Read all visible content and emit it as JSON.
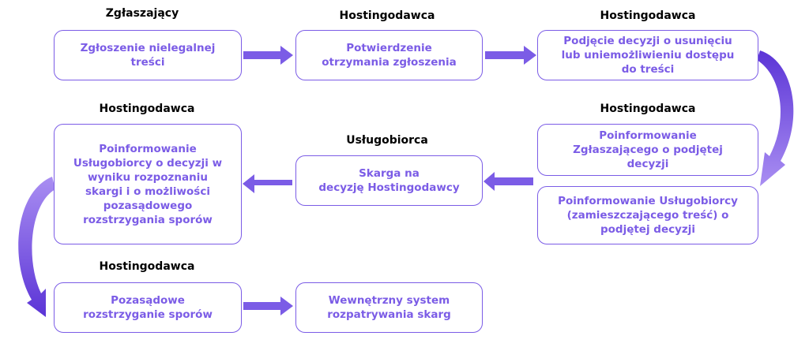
{
  "colors": {
    "accent": "#7B5CE6",
    "accent_dark": "#5B34D6",
    "accent_light": "#A98EF2"
  },
  "nodes": [
    {
      "actor": "Zgłaszający",
      "text": "Zgłoszenie nielegalnej\ntreści"
    },
    {
      "actor": "Hostingodawca",
      "text": "Potwierdzenie\notrzymania zgłoszenia"
    },
    {
      "actor": "Hostingodawca",
      "text": "Podjęcie decyzji o usunięciu\nlub uniemożliwieniu dostępu\ndo treści"
    },
    {
      "actor": "Hostingodawca",
      "text": "Poinformowanie\nZgłaszającego o podjętej\ndecyzji"
    },
    {
      "actor": "",
      "text": "Poinformowanie Usługobiorcy\n(zamieszczającego treść) o\npodjętej decyzji"
    },
    {
      "actor": "Usługobiorca",
      "text": "Skarga na\ndecyzję Hostingodawcy"
    },
    {
      "actor": "Hostingodawca",
      "text": "Poinformowanie\nUsługobiorcy o decyzji w\nwyniku rozpoznaniu\nskargi i o możliwości\npozasądowego\nrozstrzygania sporów"
    },
    {
      "actor": "Hostingodawca",
      "text": "Pozasądowe\nrozstrzyganie sporów"
    },
    {
      "actor": "",
      "text": "Wewnętrzny system\nrozpatrywania skarg"
    }
  ]
}
